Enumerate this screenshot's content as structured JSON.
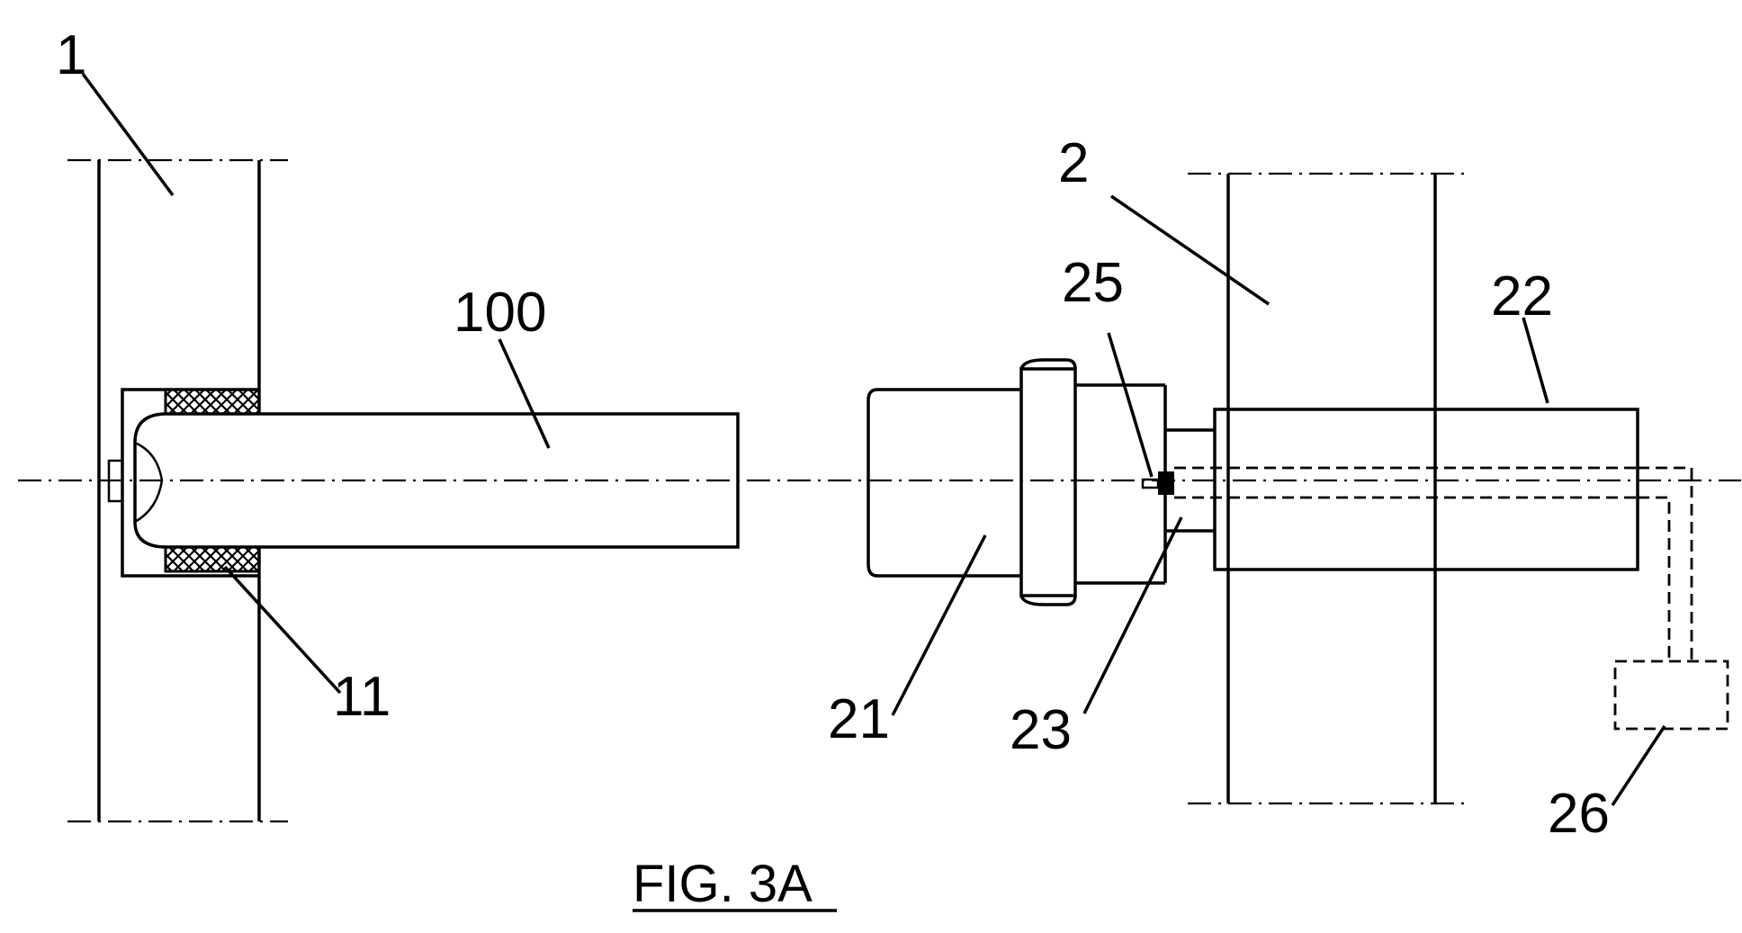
{
  "figure": {
    "caption": "FIG. 3A",
    "labels": {
      "ref_1": "1",
      "ref_100": "100",
      "ref_11": "11",
      "ref_2": "2",
      "ref_25": "25",
      "ref_22": "22",
      "ref_21": "21",
      "ref_23": "23",
      "ref_26": "26"
    }
  },
  "colors": {
    "ink": "#000000",
    "background": "#ffffff"
  }
}
